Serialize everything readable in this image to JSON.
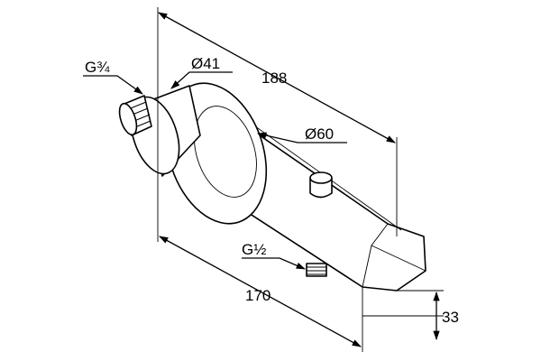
{
  "drawing": {
    "labels": {
      "thread_inlet": "G¾",
      "diameter_small": "Ø41",
      "overall_length": "188",
      "diameter_large": "Ø60",
      "thread_outlet": "G½",
      "outlet_length": "170",
      "height_offset": "33"
    }
  }
}
